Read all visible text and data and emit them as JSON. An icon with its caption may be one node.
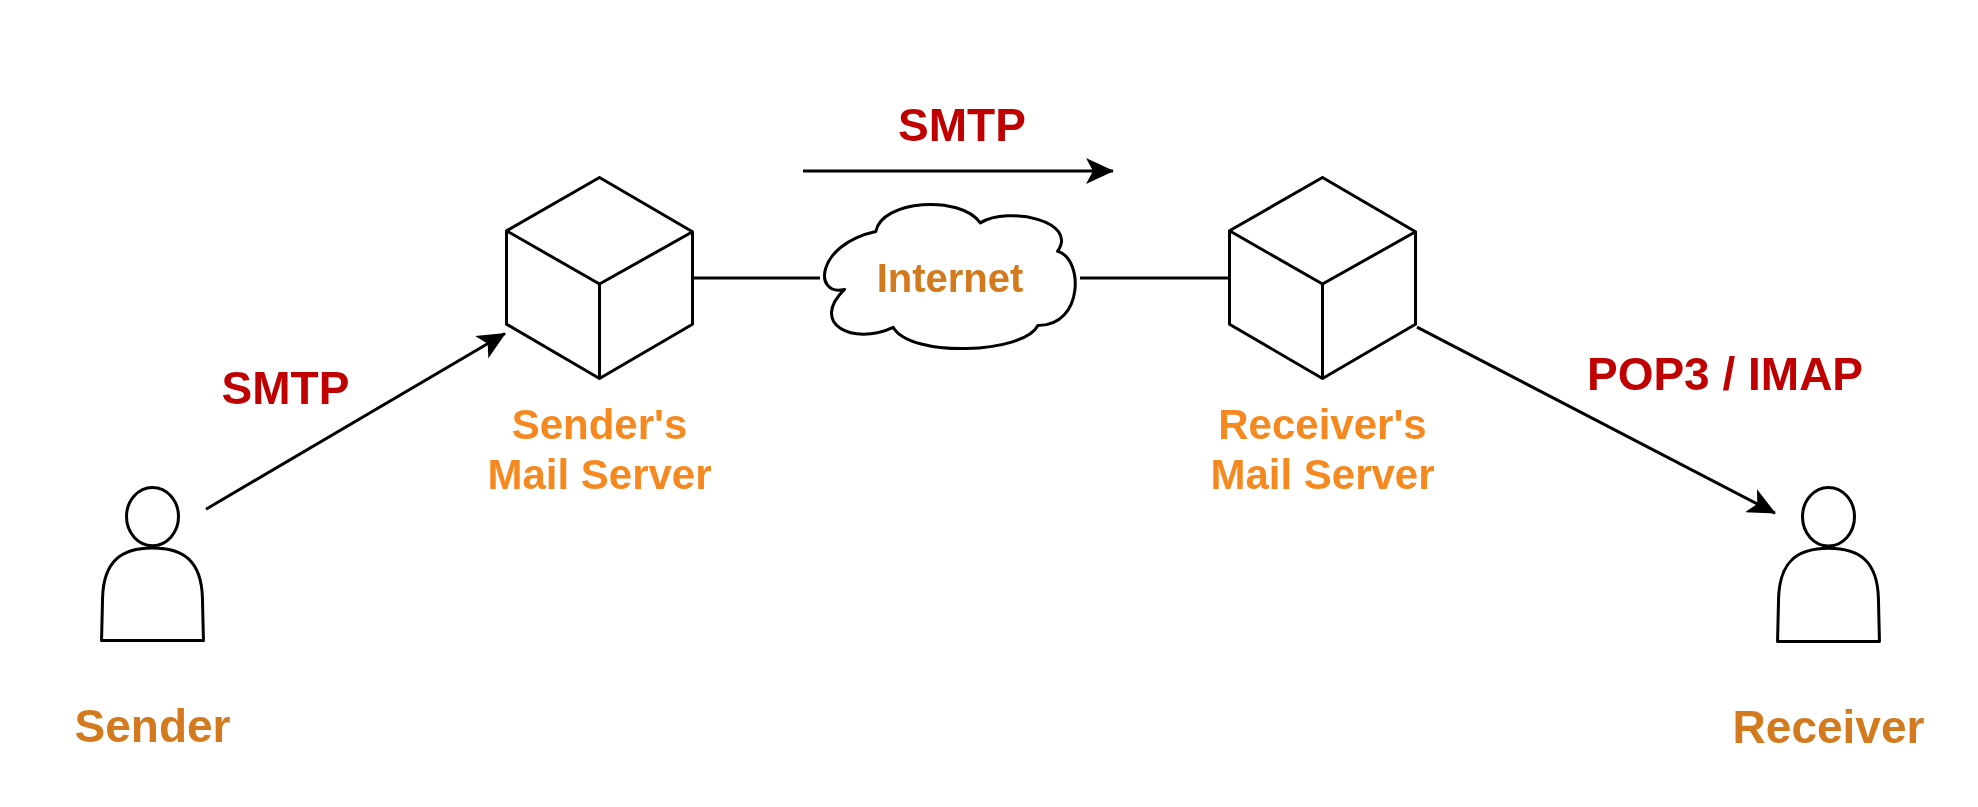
{
  "diagram": {
    "nodes": [
      {
        "text": [
          "Sender"
        ]
      },
      {
        "text": [
          "Sender's Mail Server"
        ]
      },
      {
        "text": [
          "Internet"
        ]
      },
      {
        "text": [
          "Receiver's Mail Server"
        ]
      },
      {
        "text": [
          "Receiver"
        ]
      }
    ],
    "edges": [
      {
        "from": 0,
        "to": 1,
        "arrow": "to",
        "label": "SMTP"
      },
      {
        "from": 1,
        "to": 2,
        "arrow": "none"
      },
      {
        "from": 2,
        "to": 3,
        "arrow": "none"
      },
      {
        "from": 3,
        "to": 4,
        "arrow": "to",
        "label": "POP3 / IMAP"
      }
    ],
    "labels": [
      "SMTP"
    ]
  }
}
